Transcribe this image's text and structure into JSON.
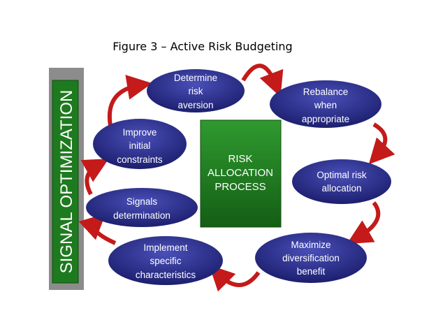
{
  "title": "Figure 3 – Active Risk Budgeting",
  "side_label": "SIGNAL OPTIMIZATION",
  "center_label": [
    "RISK",
    "ALLOCATION",
    "PROCESS"
  ],
  "nodes": [
    {
      "id": "determine",
      "lines": [
        "Determine",
        "risk",
        "aversion"
      ]
    },
    {
      "id": "rebalance",
      "lines": [
        "Rebalance",
        "when",
        "appropriate"
      ]
    },
    {
      "id": "improve",
      "lines": [
        "Improve",
        "initial",
        "constraints"
      ]
    },
    {
      "id": "signals",
      "lines": [
        "Signals",
        "determination"
      ]
    },
    {
      "id": "implement",
      "lines": [
        "Implement",
        "specific",
        "characteristics"
      ]
    },
    {
      "id": "optimal",
      "lines": [
        "Optimal risk",
        "allocation"
      ]
    },
    {
      "id": "maximize",
      "lines": [
        "Maximize",
        "diversification",
        "benefit"
      ]
    }
  ],
  "colors": {
    "node": "#2b2f8c",
    "center": "#1f7a1f",
    "arrow": "#c41a1a",
    "side_bg": "#8c8c8c",
    "side_fg": "#1e7a1e"
  }
}
